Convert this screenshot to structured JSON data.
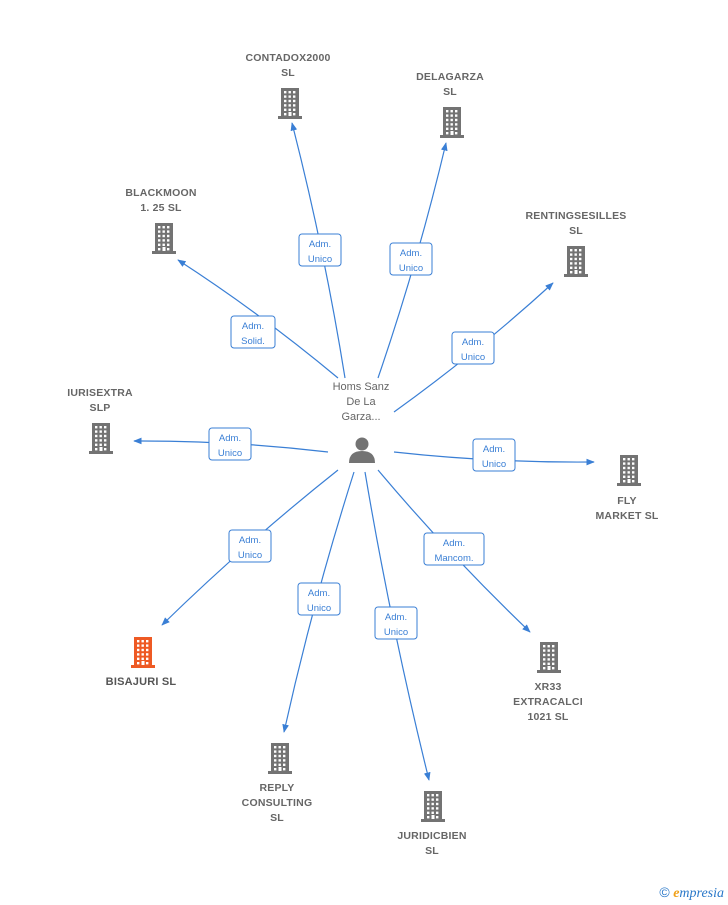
{
  "center": {
    "label_lines": [
      "Homs Sanz",
      "De La",
      "Garza..."
    ],
    "icon": "person-icon"
  },
  "companies": [
    {
      "id": "contadox2000",
      "label_lines": [
        "CONTADOX2000",
        "SL"
      ],
      "role_lines": [
        "Adm.",
        "Unico"
      ],
      "highlight": false
    },
    {
      "id": "delagarza",
      "label_lines": [
        "DELAGARZA",
        "SL"
      ],
      "role_lines": [
        "Adm.",
        "Unico"
      ],
      "highlight": false
    },
    {
      "id": "blackmoon",
      "label_lines": [
        "BLACKMOON",
        "1. 25  SL"
      ],
      "role_lines": [
        "Adm.",
        "Solid."
      ],
      "highlight": false
    },
    {
      "id": "rentingsesilles",
      "label_lines": [
        "RENTINGSESILLES",
        "SL"
      ],
      "role_lines": [
        "Adm.",
        "Unico"
      ],
      "highlight": false
    },
    {
      "id": "iurisextra",
      "label_lines": [
        "IURISEXTRA",
        "SLP"
      ],
      "role_lines": [
        "Adm.",
        "Unico"
      ],
      "highlight": false
    },
    {
      "id": "flymarket",
      "label_lines": [
        "FLY",
        "MARKET  SL"
      ],
      "role_lines": [
        "Adm.",
        "Unico"
      ],
      "highlight": false
    },
    {
      "id": "bisajuri",
      "label_lines": [
        "BISAJURI  SL"
      ],
      "role_lines": [
        "Adm.",
        "Unico"
      ],
      "highlight": true
    },
    {
      "id": "xr33",
      "label_lines": [
        "XR33",
        "EXTRACALCI",
        "1021 SL"
      ],
      "role_lines": [
        "Adm.",
        "Mancom."
      ],
      "highlight": false
    },
    {
      "id": "reply",
      "label_lines": [
        "REPLY",
        "CONSULTING",
        "SL"
      ],
      "role_lines": [
        "Adm.",
        "Unico"
      ],
      "highlight": false
    },
    {
      "id": "juridicbien",
      "label_lines": [
        "JURIDICBIEN",
        "SL"
      ],
      "role_lines": [
        "Adm.",
        "Unico"
      ],
      "highlight": false
    }
  ],
  "colors": {
    "edge": "#3a7fd5",
    "building": "#737373",
    "highlight": "#ee5a24"
  },
  "watermark": {
    "symbol": "©",
    "initial": "e",
    "rest": "mpresia"
  }
}
